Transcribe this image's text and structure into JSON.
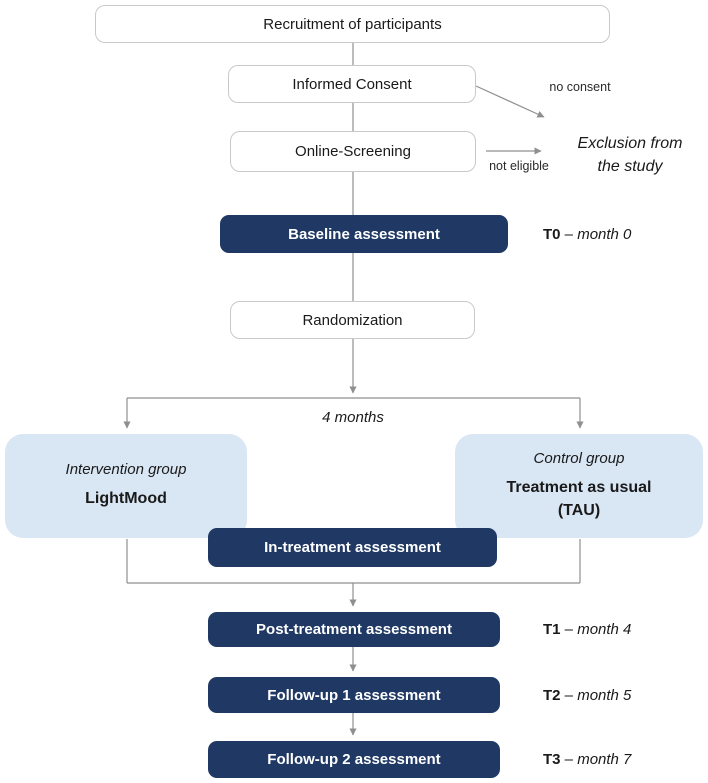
{
  "colors": {
    "navy": "#1f3864",
    "light_blue": "#d9e6f4",
    "line_gray": "#8f8f8f",
    "box_border_gray": "#c9c9c9"
  },
  "flow": {
    "recruitment": "Recruitment of participants",
    "informed_consent": "Informed Consent",
    "online_screening": "Online-Screening",
    "baseline": "Baseline assessment",
    "randomization": "Randomization",
    "in_treatment": "In-treatment assessment",
    "post_treatment": "Post-treatment assessment",
    "follow_up_1": "Follow-up 1 assessment",
    "follow_up_2": "Follow-up 2 assessment"
  },
  "timepoints": {
    "t0": {
      "code": "T0",
      "dash": " – ",
      "month": "month 0"
    },
    "t1": {
      "code": "T1",
      "dash": " – ",
      "month": "month 4"
    },
    "t2": {
      "code": "T2",
      "dash": " – ",
      "month": "month 5"
    },
    "t3": {
      "code": "T3",
      "dash": " – ",
      "month": "month 7"
    }
  },
  "groups": {
    "intervention": {
      "title": "Intervention group",
      "name": "LightMood"
    },
    "control": {
      "title": "Control group",
      "name": "Treatment as usual\n(TAU)"
    }
  },
  "annotations": {
    "no_consent": "no consent",
    "not_eligible": "not eligible",
    "exclusion": "Exclusion from\nthe study",
    "duration": "4 months"
  }
}
